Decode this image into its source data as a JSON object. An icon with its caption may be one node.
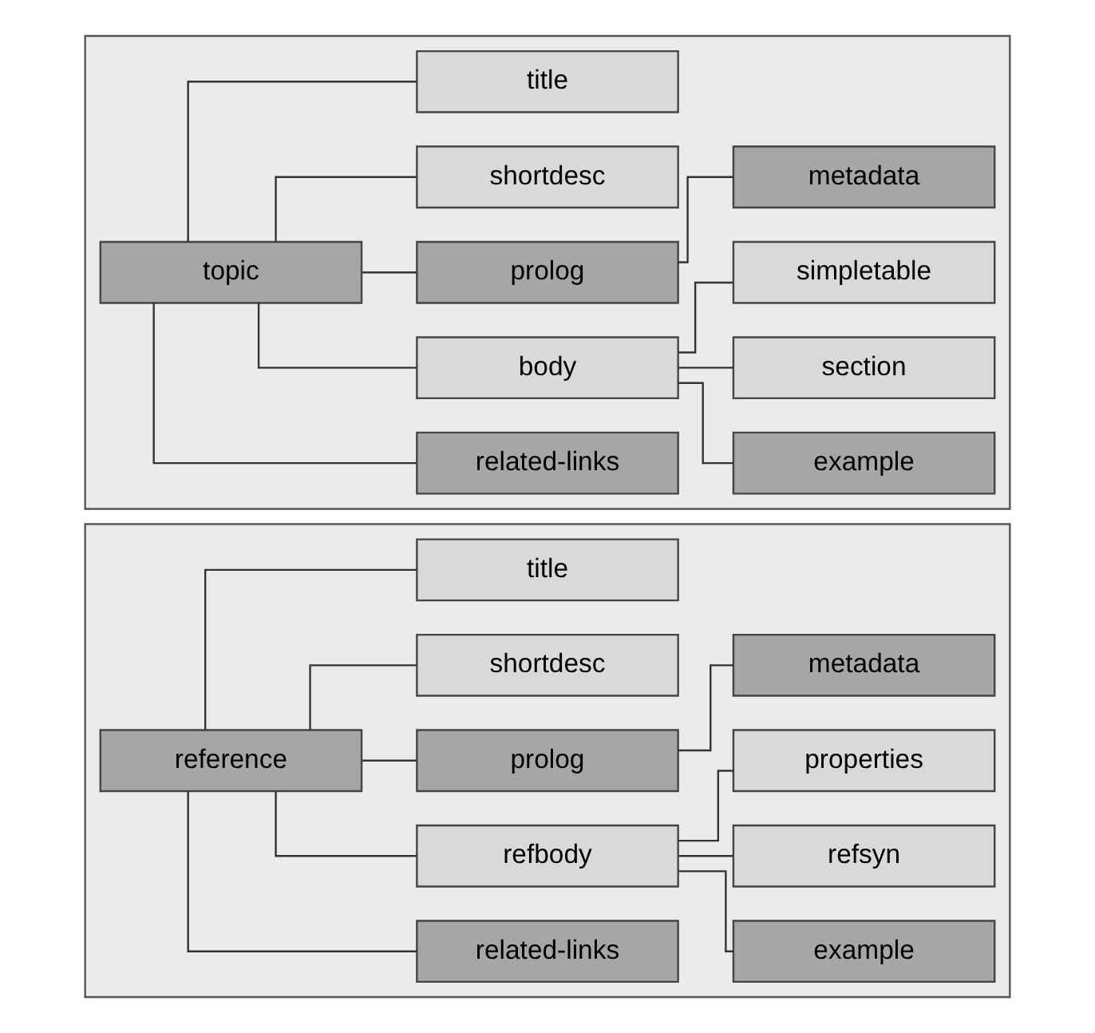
{
  "diagram": {
    "nodes": [
      {
        "text": [],
        "shape": "box"
      },
      {
        "text": [
          "topic"
        ],
        "in": 0
      },
      {
        "text": [
          "title"
        ],
        "in": 0
      },
      {
        "text": [
          "shortdesc"
        ],
        "in": 0
      },
      {
        "text": [
          "prolog"
        ],
        "in": 0
      },
      {
        "text": [
          "metadata"
        ],
        "in": 0
      },
      {
        "text": [
          "body"
        ],
        "in": 0
      },
      {
        "text": [
          "simpletable"
        ],
        "in": 0
      },
      {
        "text": [
          "section"
        ],
        "in": 0
      },
      {
        "text": [
          "example"
        ],
        "in": 0
      },
      {
        "text": [
          "related-links"
        ],
        "in": 0
      },
      {
        "text": [],
        "shape": "box"
      },
      {
        "text": [
          "reference"
        ],
        "in": 11
      },
      {
        "text": [
          "title"
        ],
        "in": 11
      },
      {
        "text": [
          "shortdesc"
        ],
        "in": 11
      },
      {
        "text": [
          "prolog"
        ],
        "in": 11
      },
      {
        "text": [
          "metadata"
        ],
        "in": 11
      },
      {
        "text": [
          "refbody"
        ],
        "in": 11
      },
      {
        "text": [
          "properties"
        ],
        "in": 11
      },
      {
        "text": [
          "refsyn"
        ],
        "in": 11
      },
      {
        "text": [
          "example"
        ],
        "in": 11
      },
      {
        "text": [
          "related-links"
        ],
        "in": 11
      }
    ],
    "edges": [
      {
        "from": 1,
        "to": 2,
        "arrow": "none"
      },
      {
        "from": 1,
        "to": 3,
        "arrow": "none"
      },
      {
        "from": 1,
        "to": 4,
        "arrow": "none"
      },
      {
        "from": 4,
        "to": 5,
        "arrow": "none"
      },
      {
        "from": 1,
        "to": 6,
        "arrow": "none"
      },
      {
        "from": 6,
        "to": 7,
        "arrow": "none"
      },
      {
        "from": 6,
        "to": 8,
        "arrow": "none"
      },
      {
        "from": 6,
        "to": 9,
        "arrow": "none"
      },
      {
        "from": 1,
        "to": 10,
        "arrow": "none"
      },
      {
        "from": 12,
        "to": 13,
        "arrow": "none"
      },
      {
        "from": 12,
        "to": 14,
        "arrow": "none"
      },
      {
        "from": 12,
        "to": 15,
        "arrow": "none"
      },
      {
        "from": 15,
        "to": 16,
        "arrow": "none"
      },
      {
        "from": 12,
        "to": 17,
        "arrow": "none"
      },
      {
        "from": 17,
        "to": 18,
        "arrow": "none"
      },
      {
        "from": 17,
        "to": 19,
        "arrow": "none"
      },
      {
        "from": 17,
        "to": 20,
        "arrow": "none"
      },
      {
        "from": 12,
        "to": 21,
        "arrow": "none"
      }
    ]
  }
}
